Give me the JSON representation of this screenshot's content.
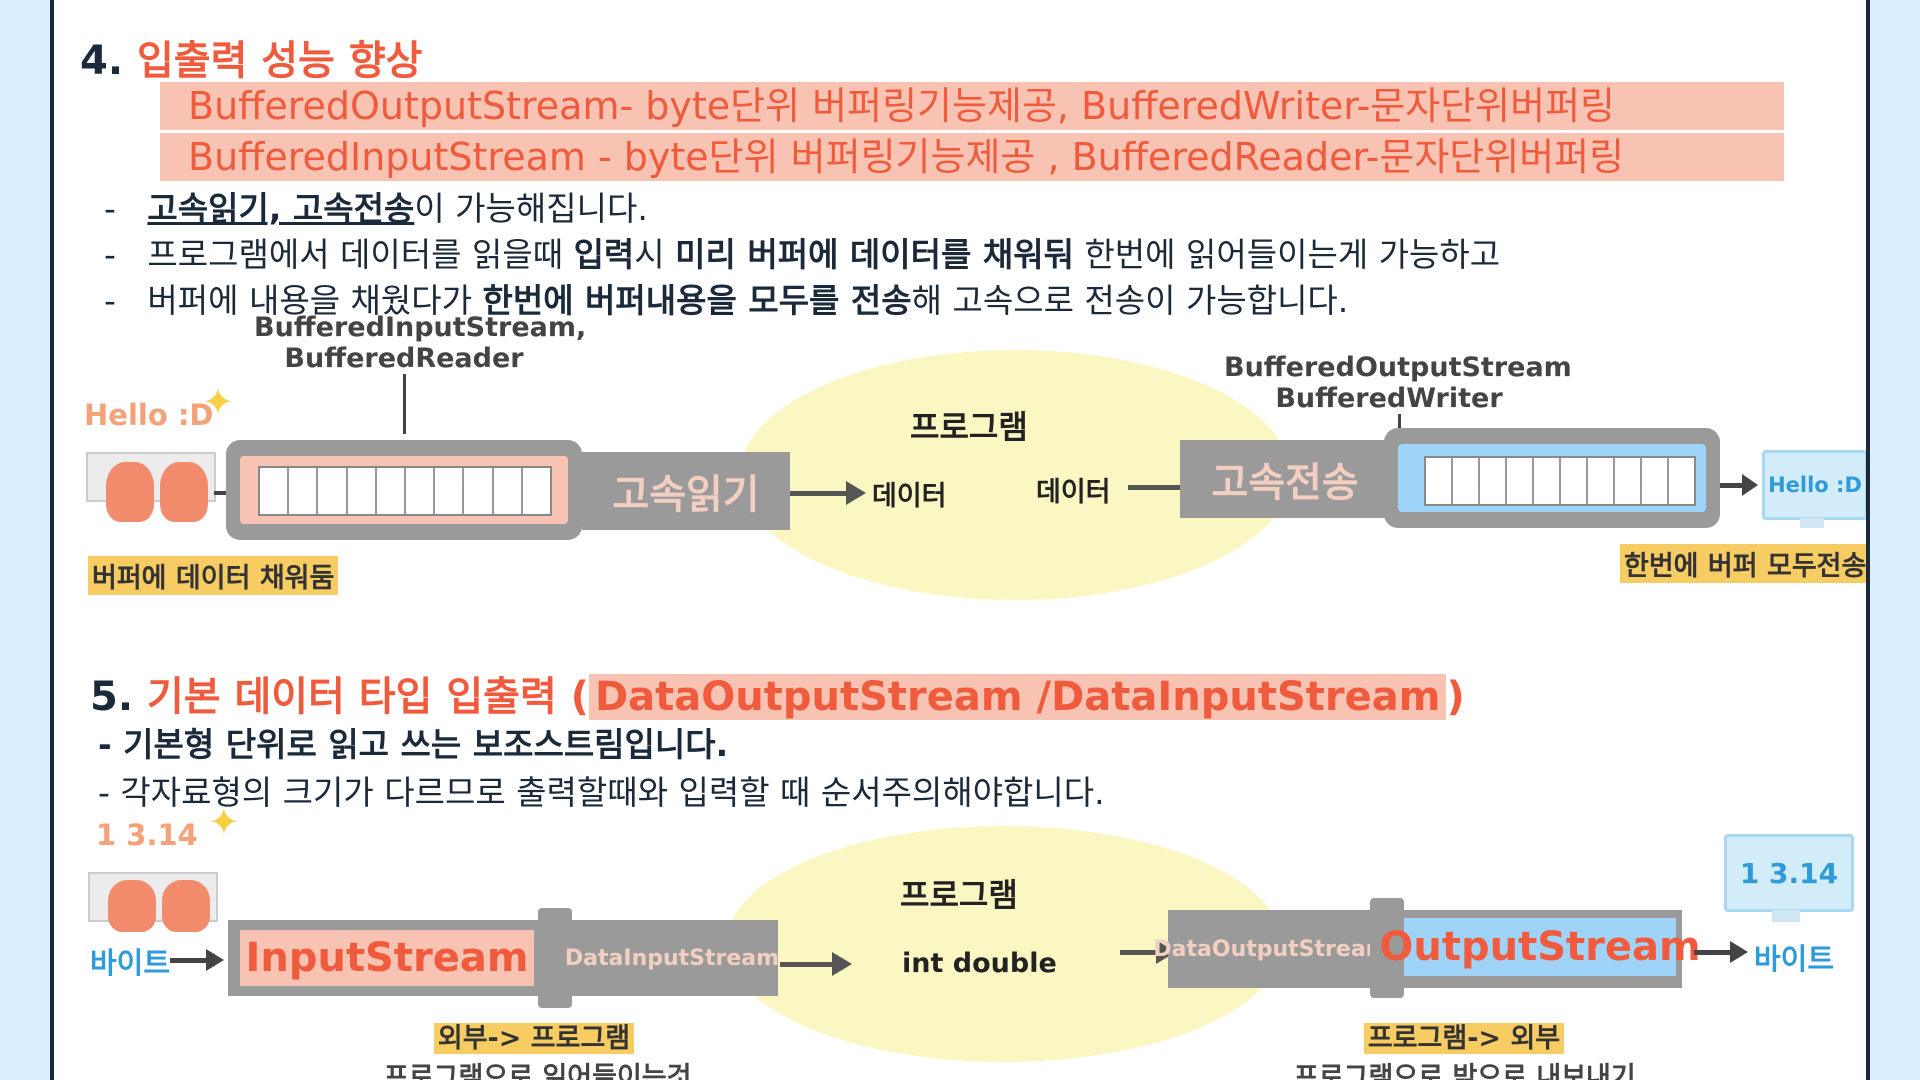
{
  "section4": {
    "number": "4.",
    "title": "입출력 성능 향상",
    "bar1": "BufferedOutputStream- byte단위 버퍼링기능제공, BufferedWriter-문자단위버퍼링",
    "bar2": "BufferedInputStream - byte단위 버퍼링기능제공 , BufferedReader-문자단위버퍼링",
    "bullets": [
      {
        "dash": "-",
        "bold": "고속읽기, 고속전송",
        "rest": "이 가능해집니다."
      },
      {
        "dash": "-",
        "pre": "프로그램에서 데이터를 읽을때 ",
        "bold": "입력",
        "mid": "시  ",
        "bold2": "미리 버퍼에 데이터를 채워둬",
        "rest": " 한번에 읽어들이는게 가능하고"
      },
      {
        "dash": "-",
        "pre": "버퍼에 내용을 채웠다가 ",
        "bold": "한번에 버퍼내용을 모두를 전송",
        "rest": "해 고속으로 전송이 가능합니다."
      }
    ],
    "diagram": {
      "input_label_line1": "BufferedInputStream,",
      "input_label_line2": "BufferedReader",
      "output_label_line1": "BufferedOutputStream",
      "output_label_line2": "BufferedWriter",
      "hello_input": "Hello :D",
      "hello_output": "Hello :D",
      "fast_read": "고속읽기",
      "fast_send": "고속전송",
      "program": "프로그램",
      "data_left": "데이터",
      "data_right": "데이터",
      "fill_caption": "버퍼에 데이터 채워둠",
      "send_caption": "한번에 버퍼 모두전송"
    }
  },
  "section5": {
    "number": "5.",
    "title": "기본 데이터 타입 입출력 (",
    "title_code": "DataOutputStream /DataInputStream",
    "title_end": ")",
    "bullets": [
      "- 기본형 단위로 읽고 쓰는 보조스트림입니다.",
      "- 각자료형의 크기가 다르므로 출력할때와 입력할 때 순서주의해야합니다."
    ],
    "diagram": {
      "input_values": "1  3.14",
      "output_values": "1 3.14",
      "byte_left": "바이트",
      "byte_right": "바이트",
      "input_stream": "InputStream",
      "data_input_stream": "DataInputStream",
      "data_output_stream": "DataOutputStream",
      "output_stream": "OutputStream",
      "program": "프로그램",
      "types": "int  double",
      "left_caption_hl": "외부-> 프로그램",
      "left_caption": "프로그램으로 읽어들이는것",
      "right_caption_hl": "프로그램-> 외부",
      "right_caption": "프로그램으로 밖으로 내보내기"
    }
  },
  "colors": {
    "accent_red": "#ef5b3c",
    "pink": "#f8c3b2",
    "yellow_highlight": "#f7cc63",
    "ellipse": "#fbf7c3",
    "blue_buffer": "#9fd3f7",
    "grey": "#9a9a9a"
  }
}
